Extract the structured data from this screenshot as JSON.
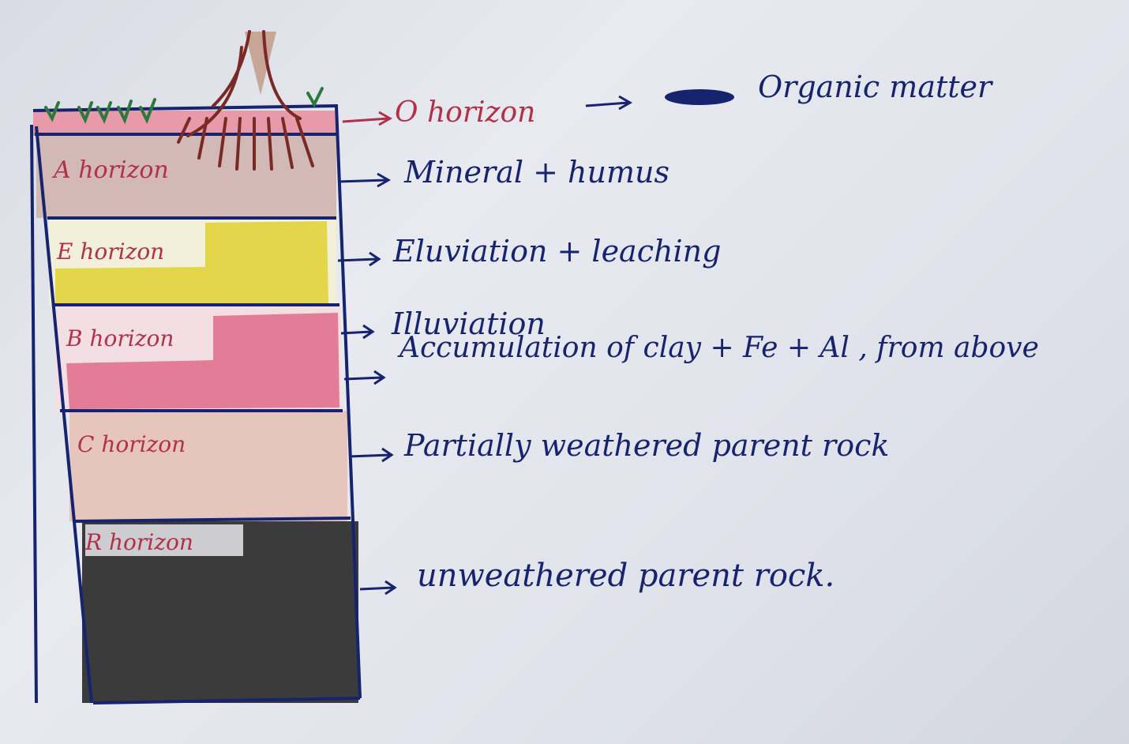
{
  "layers": [
    {
      "id": "o",
      "label": "",
      "description": "O horizon",
      "note": "Organic matter"
    },
    {
      "id": "a",
      "label": "A horizon",
      "description": "Mineral + humus"
    },
    {
      "id": "e",
      "label": "E horizon",
      "description": "Eluviation + leaching"
    },
    {
      "id": "b",
      "label": "B horizon",
      "description": "Illuviation",
      "description2": "Accumulation of clay + Fe + Al , from above"
    },
    {
      "id": "c",
      "label": "C horizon",
      "description": "Partially weathered parent rock"
    },
    {
      "id": "r",
      "label": "R horizon",
      "description": "unweathered parent rock."
    }
  ],
  "colors": {
    "ink_blue": "#16236e",
    "ink_red": "#b23048",
    "o_layer": "#e79aa9",
    "a_layer": "#d3b9b6",
    "e_layer": "#e4d64a",
    "b_layer": "#e37d97",
    "c_layer": "#e6c5bd",
    "r_layer": "#3b3b3b",
    "grass": "#2a7a3a",
    "tree": "#7a2a24"
  }
}
